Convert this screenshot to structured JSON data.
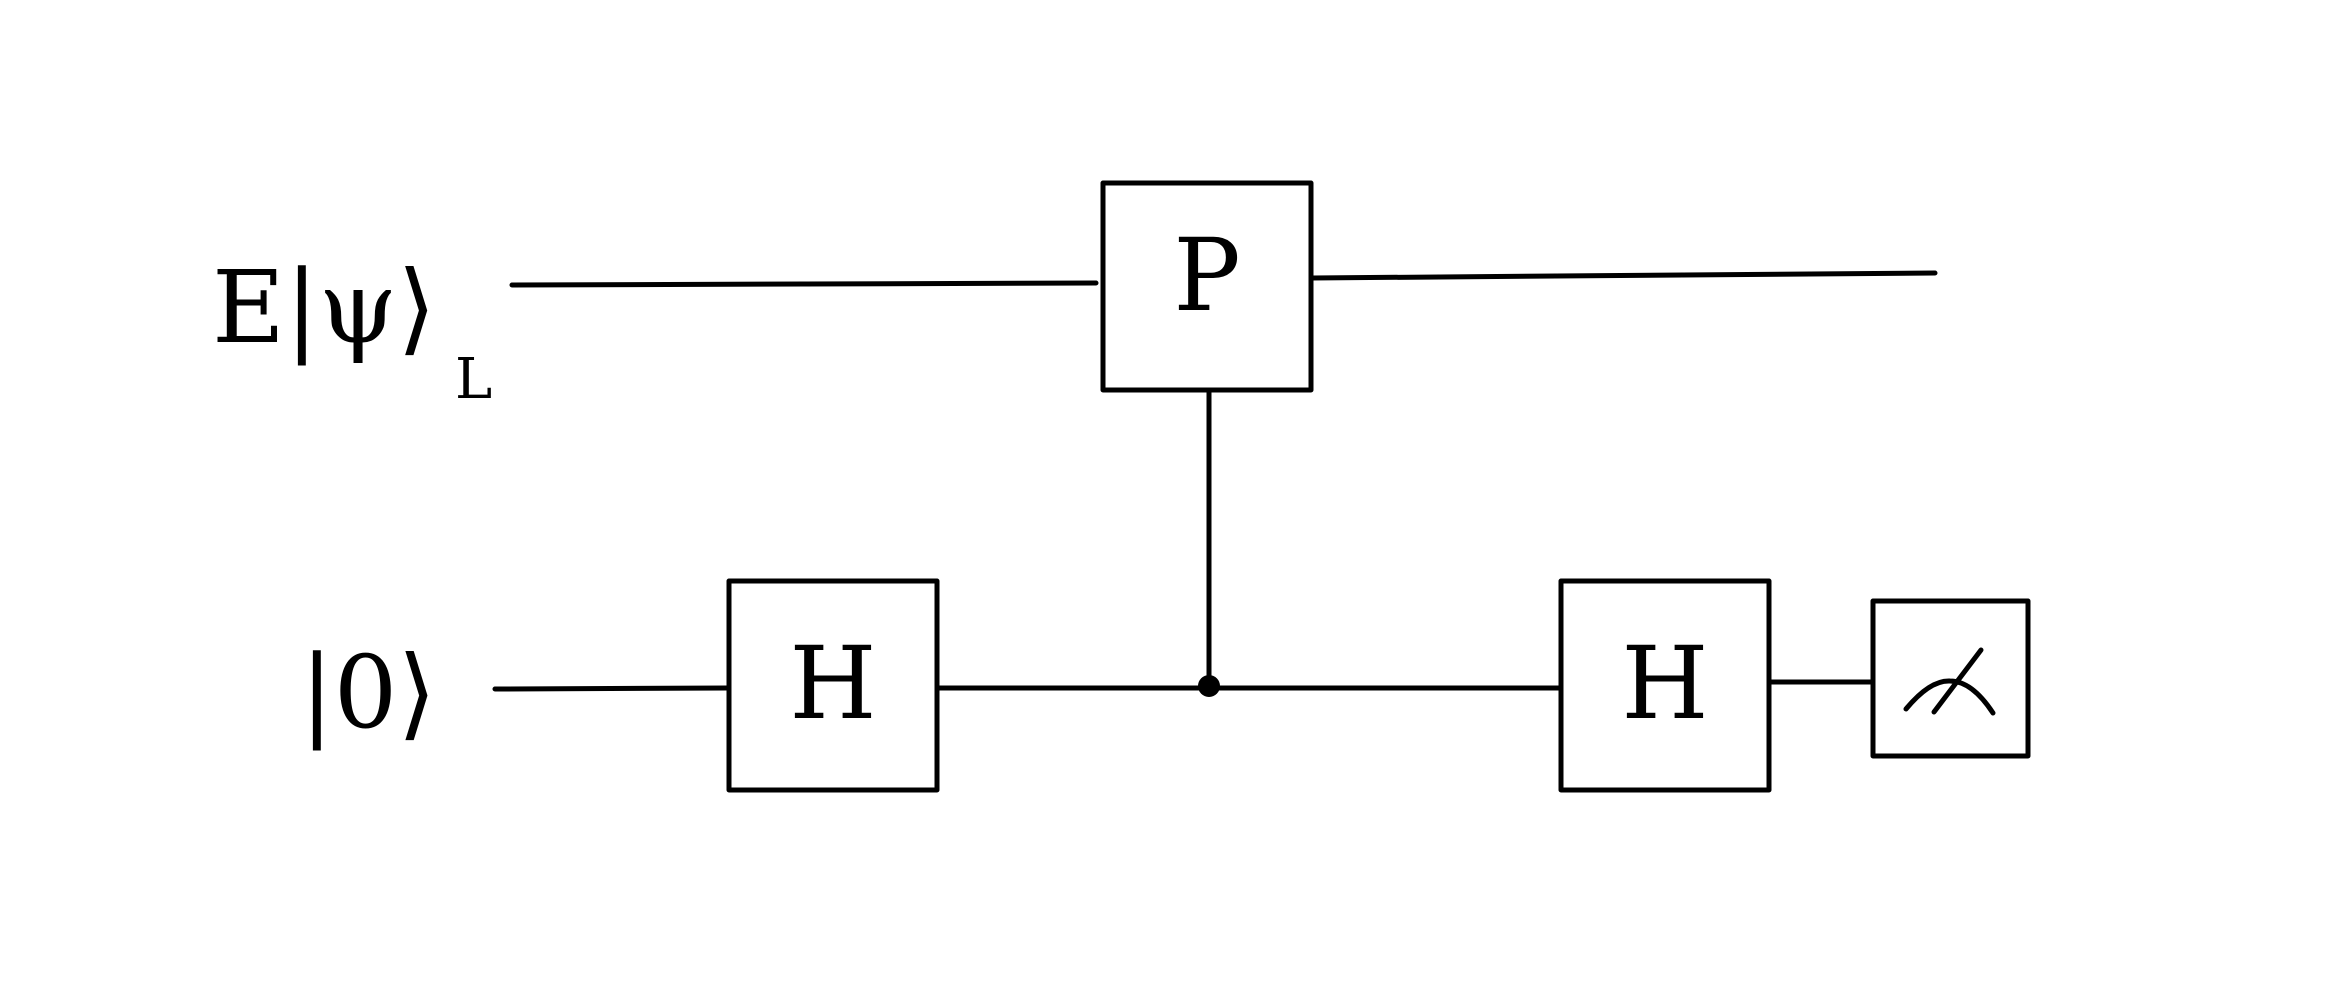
{
  "diagram": {
    "qubits": [
      {
        "label": "E|ψ⟩",
        "subscript": "L"
      },
      {
        "label": "|0⟩"
      }
    ],
    "gates": [
      {
        "label": "H"
      },
      {
        "label": "P"
      },
      {
        "label": "H"
      }
    ],
    "measurement": {
      "icon": "meter-icon"
    },
    "colors": {
      "ink": "#000000",
      "background": "#ffffff"
    }
  }
}
